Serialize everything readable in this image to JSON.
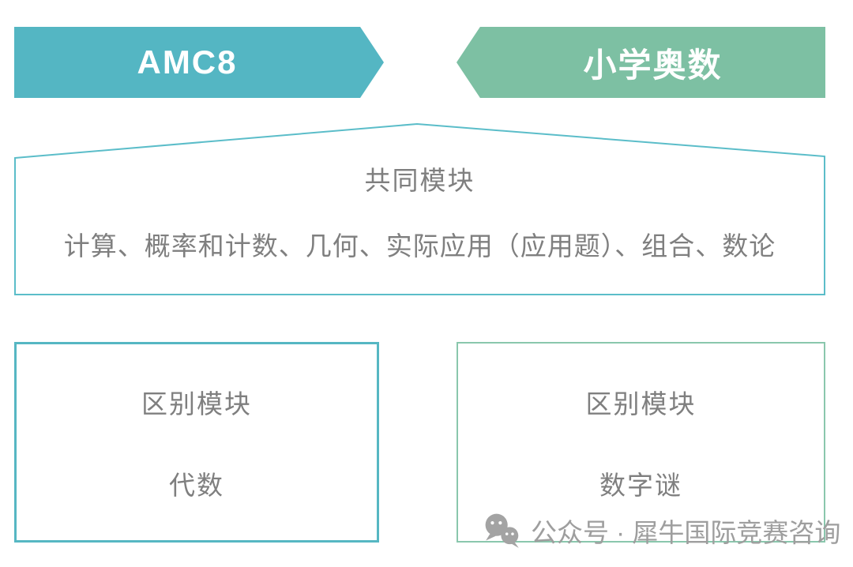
{
  "diagram": {
    "left_banner": {
      "label": "AMC8",
      "color": "#54b6c3"
    },
    "right_banner": {
      "label": "小学奥数",
      "color": "#7dc0a3"
    },
    "common_module": {
      "title": "共同模块",
      "items": "计算、概率和计数、几何、实际应用（应用题）、组合、数论",
      "border_color": "#5bbdc9"
    },
    "left_module": {
      "title": "区别模块",
      "item": "代数",
      "border_color": "#56b7c3"
    },
    "right_module": {
      "title": "区别模块",
      "item": "数字谜",
      "border_color": "#8ac7ad"
    },
    "text_color": "#7f7f7f"
  },
  "watermark": {
    "icon": "wechat-icon",
    "text": "公众号 · 犀牛国际竞赛咨询",
    "color": "#9e9e9e"
  }
}
